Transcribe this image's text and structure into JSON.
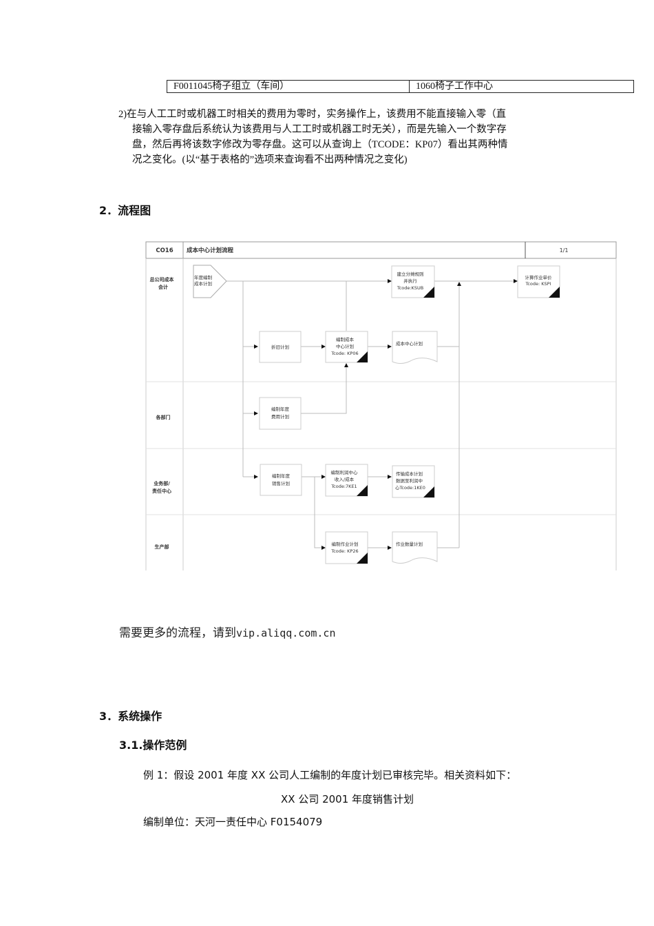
{
  "top_table": {
    "row": [
      "F0011045椅子组立（车间）",
      "1060椅子工作中心"
    ]
  },
  "note_paragraph": {
    "lines": [
      "2)在与人工工时或机器工时相关的费用为零时，实务操作上，该费用不能直接输入零（直",
      "接输入零存盘后系统认为该费用与人工工时或机器工时无关），而是先输入一个数字存",
      "盘，然后再将该数字修改为零存盘。这可以从查询上（TCODE：KP07）看出其两种情",
      "况之变化。(以“基于表格的”选项来查询看不出两种情况之变化)"
    ]
  },
  "section2": {
    "heading": "2．流程图"
  },
  "flowchart": {
    "code": "CO16",
    "title": "成本中心计划流程",
    "page": "1/1",
    "lanes": [
      {
        "label_lines": [
          "总公司成本",
          "会计"
        ]
      },
      {
        "label_lines": [
          "各部门"
        ]
      },
      {
        "label_lines": [
          "业务部/",
          "责任中心"
        ]
      },
      {
        "label_lines": [
          "生产部"
        ]
      }
    ],
    "nodes": {
      "start": {
        "type": "start-pentagon",
        "lines": [
          "年度编制",
          "成本计划"
        ]
      },
      "depreciation": {
        "type": "process",
        "lines": [
          "折旧计划"
        ]
      },
      "kp06": {
        "type": "transaction",
        "lines": [
          "编制成本",
          "中心计划",
          "Tcode: KP06"
        ]
      },
      "cc_plan_doc": {
        "type": "document",
        "lines": [
          "成本中心计划"
        ]
      },
      "ksub": {
        "type": "transaction",
        "lines": [
          "建立分摊规则",
          "并执行",
          "Tcode:KSUB"
        ]
      },
      "kspi": {
        "type": "transaction",
        "lines": [
          "计算作业单价",
          "Tcode: KSPI"
        ]
      },
      "dept_expense": {
        "type": "process",
        "lines": [
          "编制年度",
          "费用计划"
        ]
      },
      "sales_plan": {
        "type": "process",
        "lines": [
          "编制年度",
          "销售计划"
        ]
      },
      "7ke1": {
        "type": "transaction",
        "lines": [
          "编制利润中心",
          "收入/成本",
          "Tcode:7KE1"
        ]
      },
      "1ke0": {
        "type": "transaction",
        "lines": [
          "传输成本计划",
          "数据至利润中",
          "心Tcode:1KE0"
        ]
      },
      "kp26": {
        "type": "transaction",
        "lines": [
          "编制作业计划",
          "Tcode: KP26"
        ]
      },
      "activity_doc": {
        "type": "document",
        "lines": [
          "作业数量计划"
        ]
      }
    }
  },
  "more_info": {
    "prefix": "需要更多的流程，请到",
    "url": "vip.aliqq.com.cn"
  },
  "section3": {
    "heading": "3．系统操作",
    "sub_heading": "3.1.操作范例",
    "example_text": "例 1：假设 2001 年度 XX 公司人工编制的年度计划已审核完毕。相关资料如下：",
    "plan_title": "XX 公司 2001 年度销售计划",
    "unit_line": "编制单位：天河一责任中心 F0154079"
  }
}
